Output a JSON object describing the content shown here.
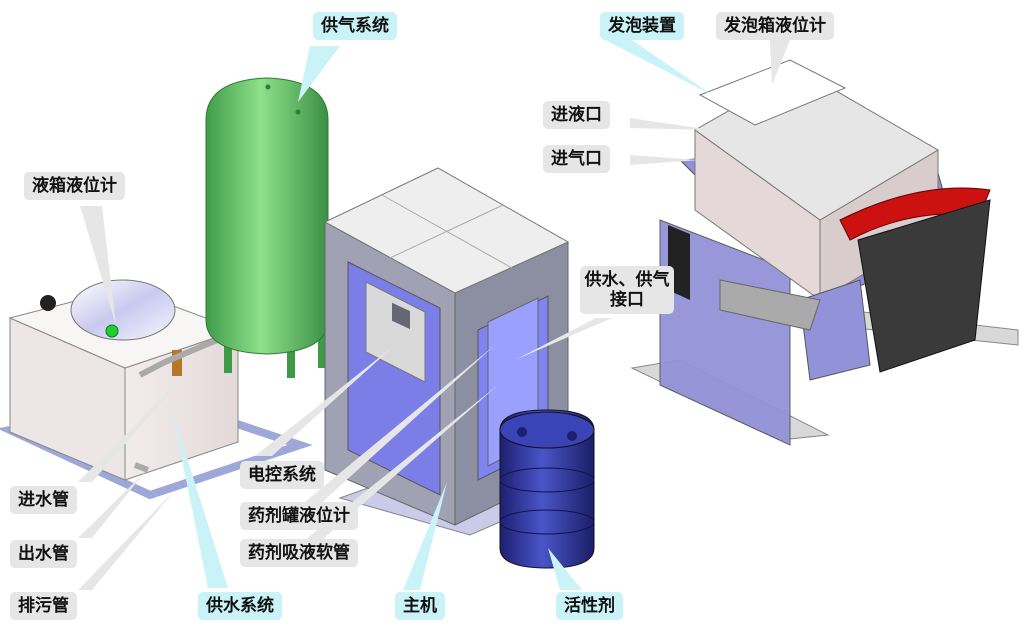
{
  "labels": {
    "gas_supply": "供气系统",
    "foam_device": "发泡装置",
    "foam_level_gauge": "发泡箱液位计",
    "liquid_inlet": "进液口",
    "gas_inlet": "进气口",
    "tank_level_gauge": "液箱液位计",
    "water_gas_port": "供水、供气接口",
    "control_system": "电控系统",
    "agent_tank_level": "药剂罐液位计",
    "agent_suction_hose": "药剂吸液软管",
    "water_inlet_pipe": "进水管",
    "water_outlet_pipe": "出水管",
    "drain_pipe": "排污管",
    "water_supply": "供水系统",
    "main_unit": "主机",
    "surfactant": "活性剂"
  },
  "colors": {
    "callout_gray": "#e6e6e6",
    "callout_cyan": "#c9f3f7",
    "tank_green": "#6fc46f",
    "frame_purple": "#8f8fdc",
    "barrel_blue": "#2a2f9a",
    "lid_red": "#cc1111"
  }
}
